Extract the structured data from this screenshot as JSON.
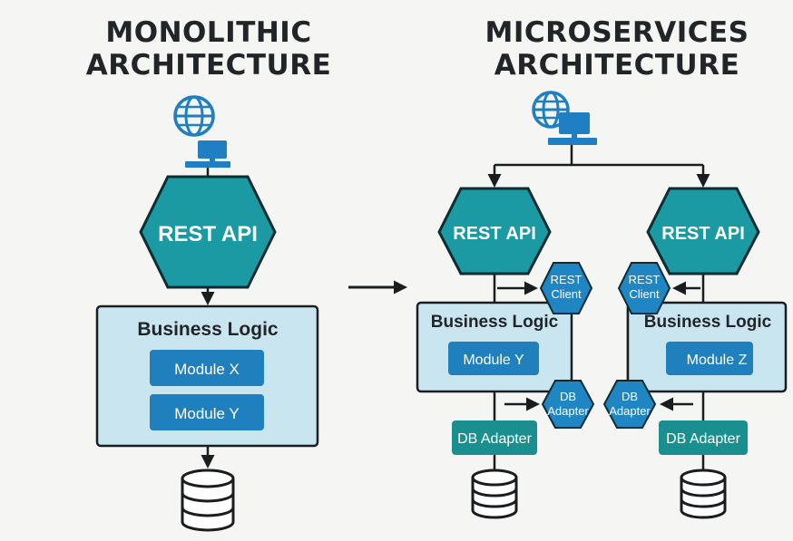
{
  "monolithic": {
    "title_line1": "MONOLITHIC",
    "title_line2": "ARCHITECTURE",
    "api_label": "REST API",
    "business_label": "Business Logic",
    "modules": [
      "Module X",
      "Module Y"
    ],
    "icons": [
      "globe-icon",
      "computer-icon",
      "database-icon"
    ]
  },
  "microservices": {
    "title_line1": "MICROSERVICES",
    "title_line2": "ARCHITECTURE",
    "services": [
      {
        "api_label": "REST API",
        "business_label": "Business Logic",
        "module": "Module Y",
        "rest_client": [
          "REST",
          "Client"
        ],
        "db_hex": [
          "DB",
          "Adapter"
        ],
        "db_adapter": "DB Adapter"
      },
      {
        "api_label": "REST API",
        "business_label": "Business Logic",
        "module": "Module Z",
        "rest_client": [
          "REST",
          "Client"
        ],
        "db_hex": [
          "DB",
          "Adapter"
        ],
        "db_adapter": "DB Adapter"
      }
    ],
    "icons": [
      "globe-icon",
      "computer-icon",
      "database-icon"
    ]
  },
  "colors": {
    "dark_text": "#222528",
    "teal": "#1b9aa3",
    "teal_stroke": "#0f2c33",
    "box_fill": "#c9e6f0",
    "module_blue": "#1f80bd",
    "hex_blue": "#1f86c3",
    "adapter_teal": "#1a8f8f",
    "icon_blue": "#1f7fc2"
  }
}
